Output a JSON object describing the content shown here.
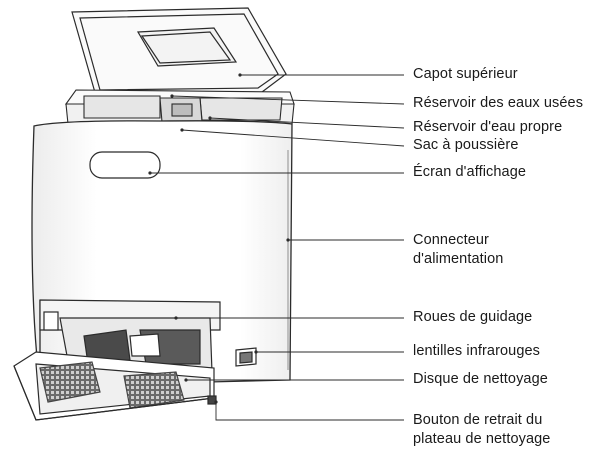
{
  "labels": [
    {
      "id": "capot",
      "lines": [
        "Capot supérieur"
      ]
    },
    {
      "id": "eaux-usees",
      "lines": [
        "Réservoir des eaux usées"
      ]
    },
    {
      "id": "eau-propre",
      "lines": [
        "Réservoir d'eau propre"
      ]
    },
    {
      "id": "sac",
      "lines": [
        "Sac à poussière"
      ]
    },
    {
      "id": "ecran",
      "lines": [
        "Écran d'affichage"
      ]
    },
    {
      "id": "connecteur",
      "lines": [
        "Connecteur",
        "d'alimentation"
      ]
    },
    {
      "id": "roues",
      "lines": [
        "Roues de guidage"
      ]
    },
    {
      "id": "lentilles",
      "lines": [
        "lentilles infrarouges"
      ]
    },
    {
      "id": "disque",
      "lines": [
        "Disque de nettoyage"
      ]
    },
    {
      "id": "bouton",
      "lines": [
        "Bouton de retrait du",
        "plateau de nettoyage"
      ]
    }
  ],
  "colors": {
    "line": "#2b2b2b",
    "body_fill": "#ffffff",
    "shade": "#d8d8d8",
    "dark": "#3a3a3a",
    "text": "#1a1a1a"
  }
}
